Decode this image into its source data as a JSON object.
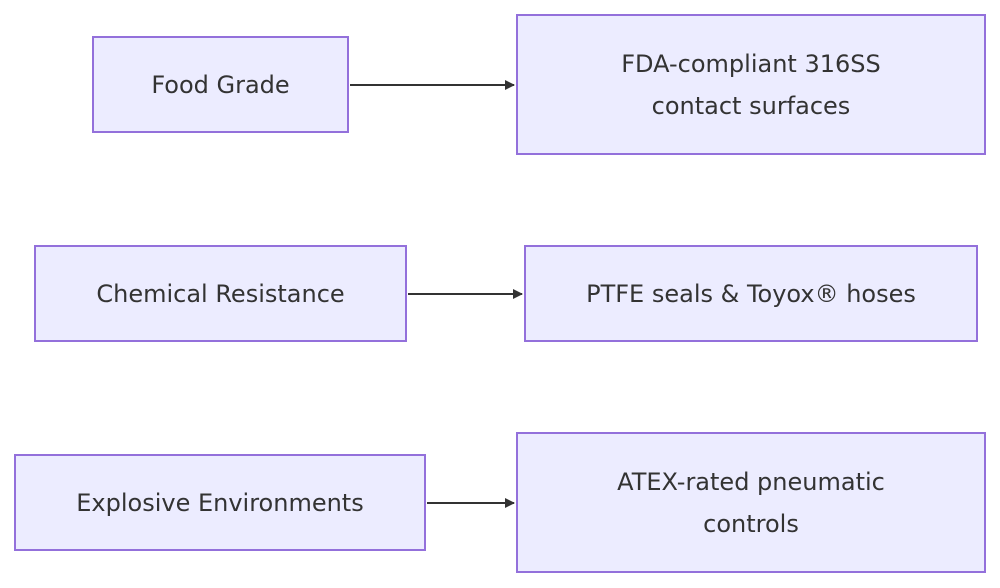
{
  "colors": {
    "node_fill": "#ececff",
    "node_border": "#9370db",
    "text": "#333333",
    "edge": "#333333"
  },
  "nodes": {
    "food": {
      "label": "Food Grade"
    },
    "fda": {
      "label": "FDA-compliant 316SS\ncontact surfaces"
    },
    "chem": {
      "label": "Chemical Resistance"
    },
    "ptfe": {
      "label": "PTFE seals & Toyox® hoses"
    },
    "explosive": {
      "label": "Explosive Environments"
    },
    "atex": {
      "label": "ATEX-rated pneumatic\ncontrols"
    }
  },
  "edges": [
    {
      "from": "food",
      "to": "fda"
    },
    {
      "from": "chem",
      "to": "ptfe"
    },
    {
      "from": "explosive",
      "to": "atex"
    }
  ]
}
